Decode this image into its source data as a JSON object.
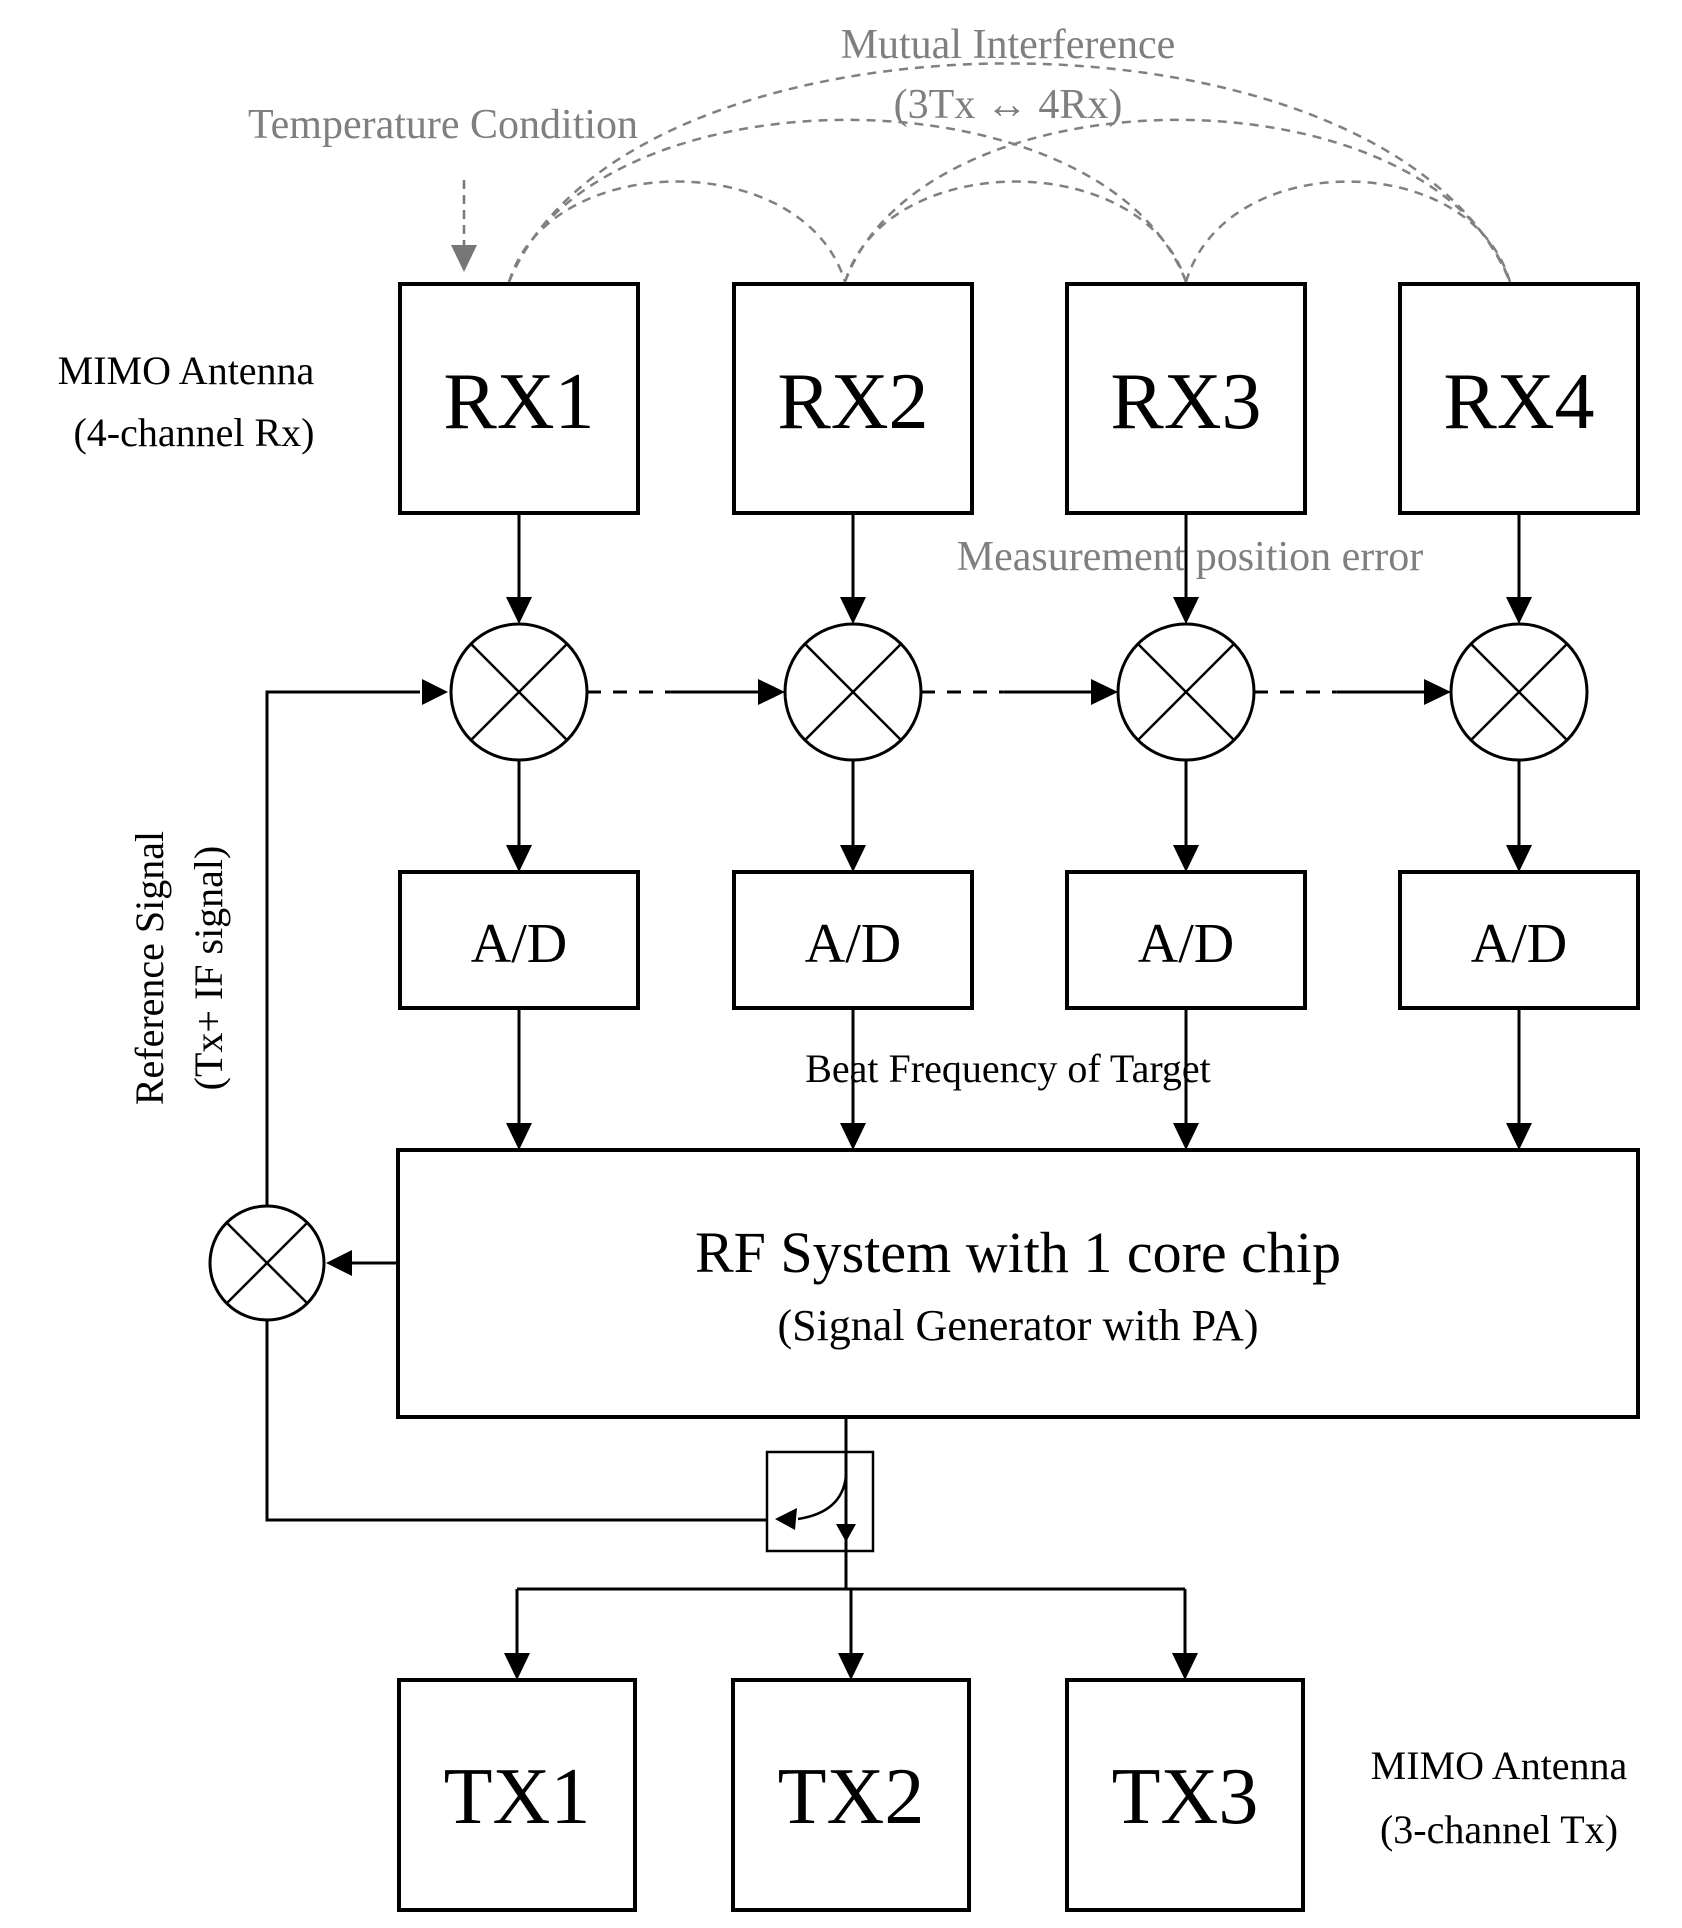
{
  "labels": {
    "temperature_condition": "Temperature Condition",
    "mutual_interference_line1": "Mutual Interference",
    "mutual_interference_line2": "(3Tx ↔ 4Rx)",
    "rx_antenna_line1": "MIMO Antenna",
    "rx_antenna_line2": "(4-channel Rx)",
    "tx_antenna_line1": "MIMO Antenna",
    "tx_antenna_line2": "(3-channel Tx)",
    "measurement_position_error": "Measurement position error",
    "beat_frequency": "Beat Frequency of Target",
    "reference_signal_line1": "Reference Signal",
    "reference_signal_line2": "(Tx+ IF signal)",
    "rf_system_line1": "RF System with 1 core chip",
    "rf_system_line2": "(Signal Generator with PA)"
  },
  "rx_blocks": [
    "RX1",
    "RX2",
    "RX3",
    "RX4"
  ],
  "adc_blocks": [
    "A/D",
    "A/D",
    "A/D",
    "A/D"
  ],
  "tx_blocks": [
    "TX1",
    "TX2",
    "TX3"
  ],
  "colors": {
    "annotation_gray": "#7f7f7f",
    "line": "#000000"
  }
}
